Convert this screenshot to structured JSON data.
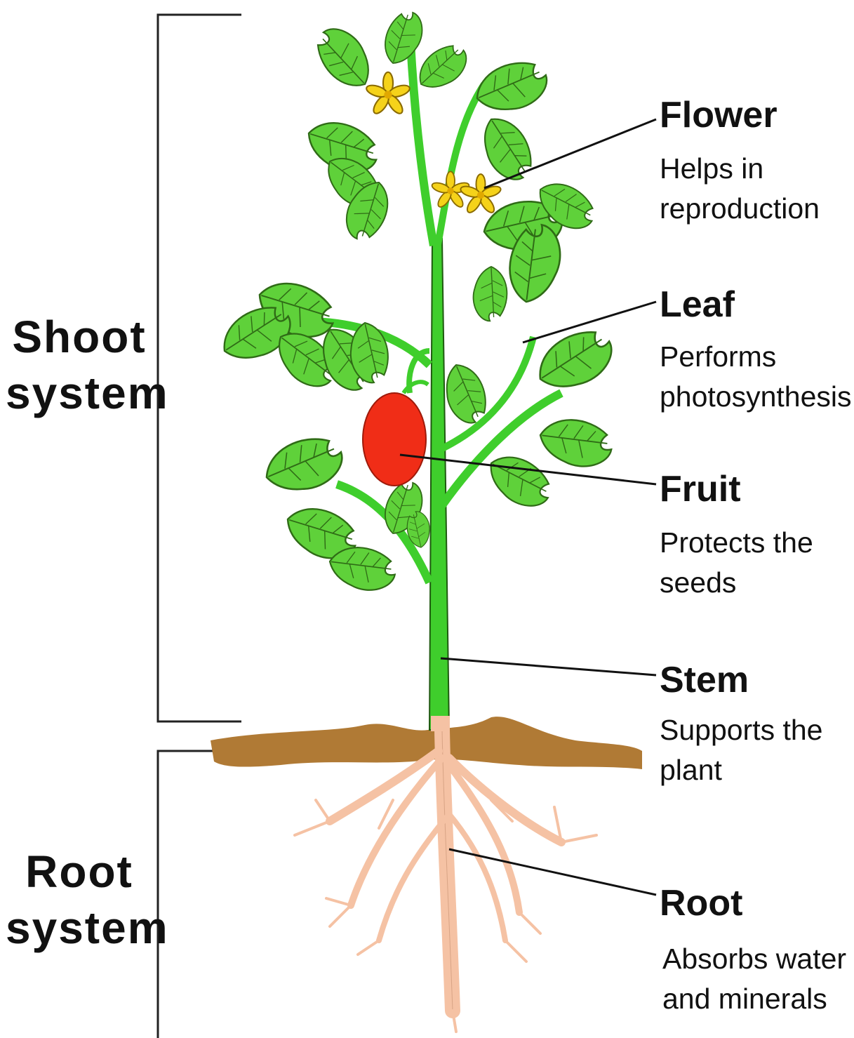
{
  "systems": {
    "shoot": "Shoot\nsystem",
    "root": "Root\nsystem"
  },
  "labels": [
    {
      "key": "flower",
      "title": "Flower",
      "desc": "Helps in\nreproduction"
    },
    {
      "key": "leaf",
      "title": "Leaf",
      "desc": "Performs\nphotosynthesis"
    },
    {
      "key": "fruit",
      "title": "Fruit",
      "desc": "Protects the\nseeds"
    },
    {
      "key": "stem",
      "title": "Stem",
      "desc": "Supports the\nplant"
    },
    {
      "key": "root",
      "title": "Root",
      "desc": "Absorbs water\nand minerals"
    }
  ],
  "colors": {
    "leaf": "#5fd13a",
    "leaf_outline": "#2f6b16",
    "stem": "#3fce2c",
    "flower": "#f5d21a",
    "fruit": "#f02d17",
    "soil": "#b07a35",
    "root": "#f5c2a4"
  }
}
